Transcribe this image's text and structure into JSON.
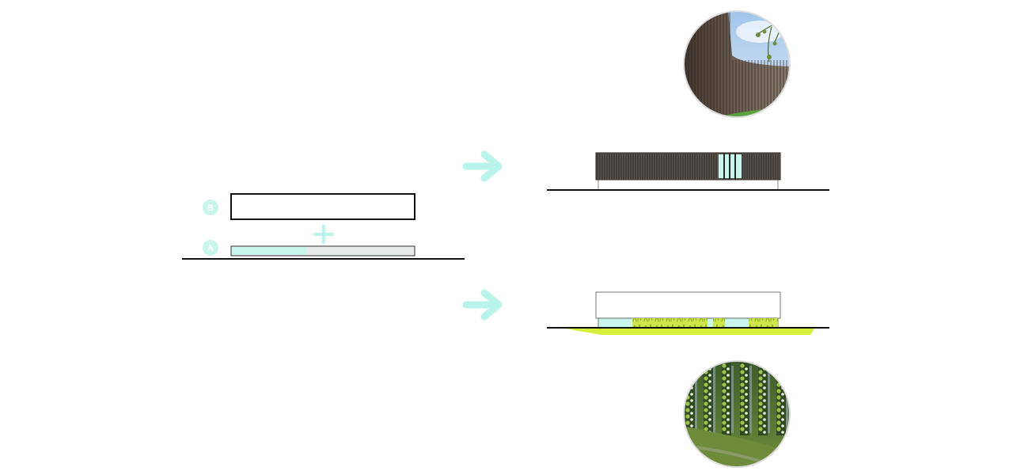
{
  "labels": {
    "top_box": "B",
    "bottom_strip": "A"
  },
  "symbols": {
    "plus": "plus-icon",
    "arrows": [
      "arrow-right-icon",
      "arrow-right-icon"
    ]
  },
  "colors": {
    "accent_cyan": "#b9f4ea",
    "glass_cyan": "#c8f7ee",
    "slat_dark": "#5b5650",
    "slat_line": "#2b2724",
    "grass_lime": "#d7ee3a",
    "vine_green": "#b8d93a",
    "ground_line": "#111111",
    "strip_grey": "#e7ebea"
  },
  "photos": [
    {
      "subject": "timber-slat-wall-photo"
    },
    {
      "subject": "green-vine-facade-photo"
    }
  ]
}
